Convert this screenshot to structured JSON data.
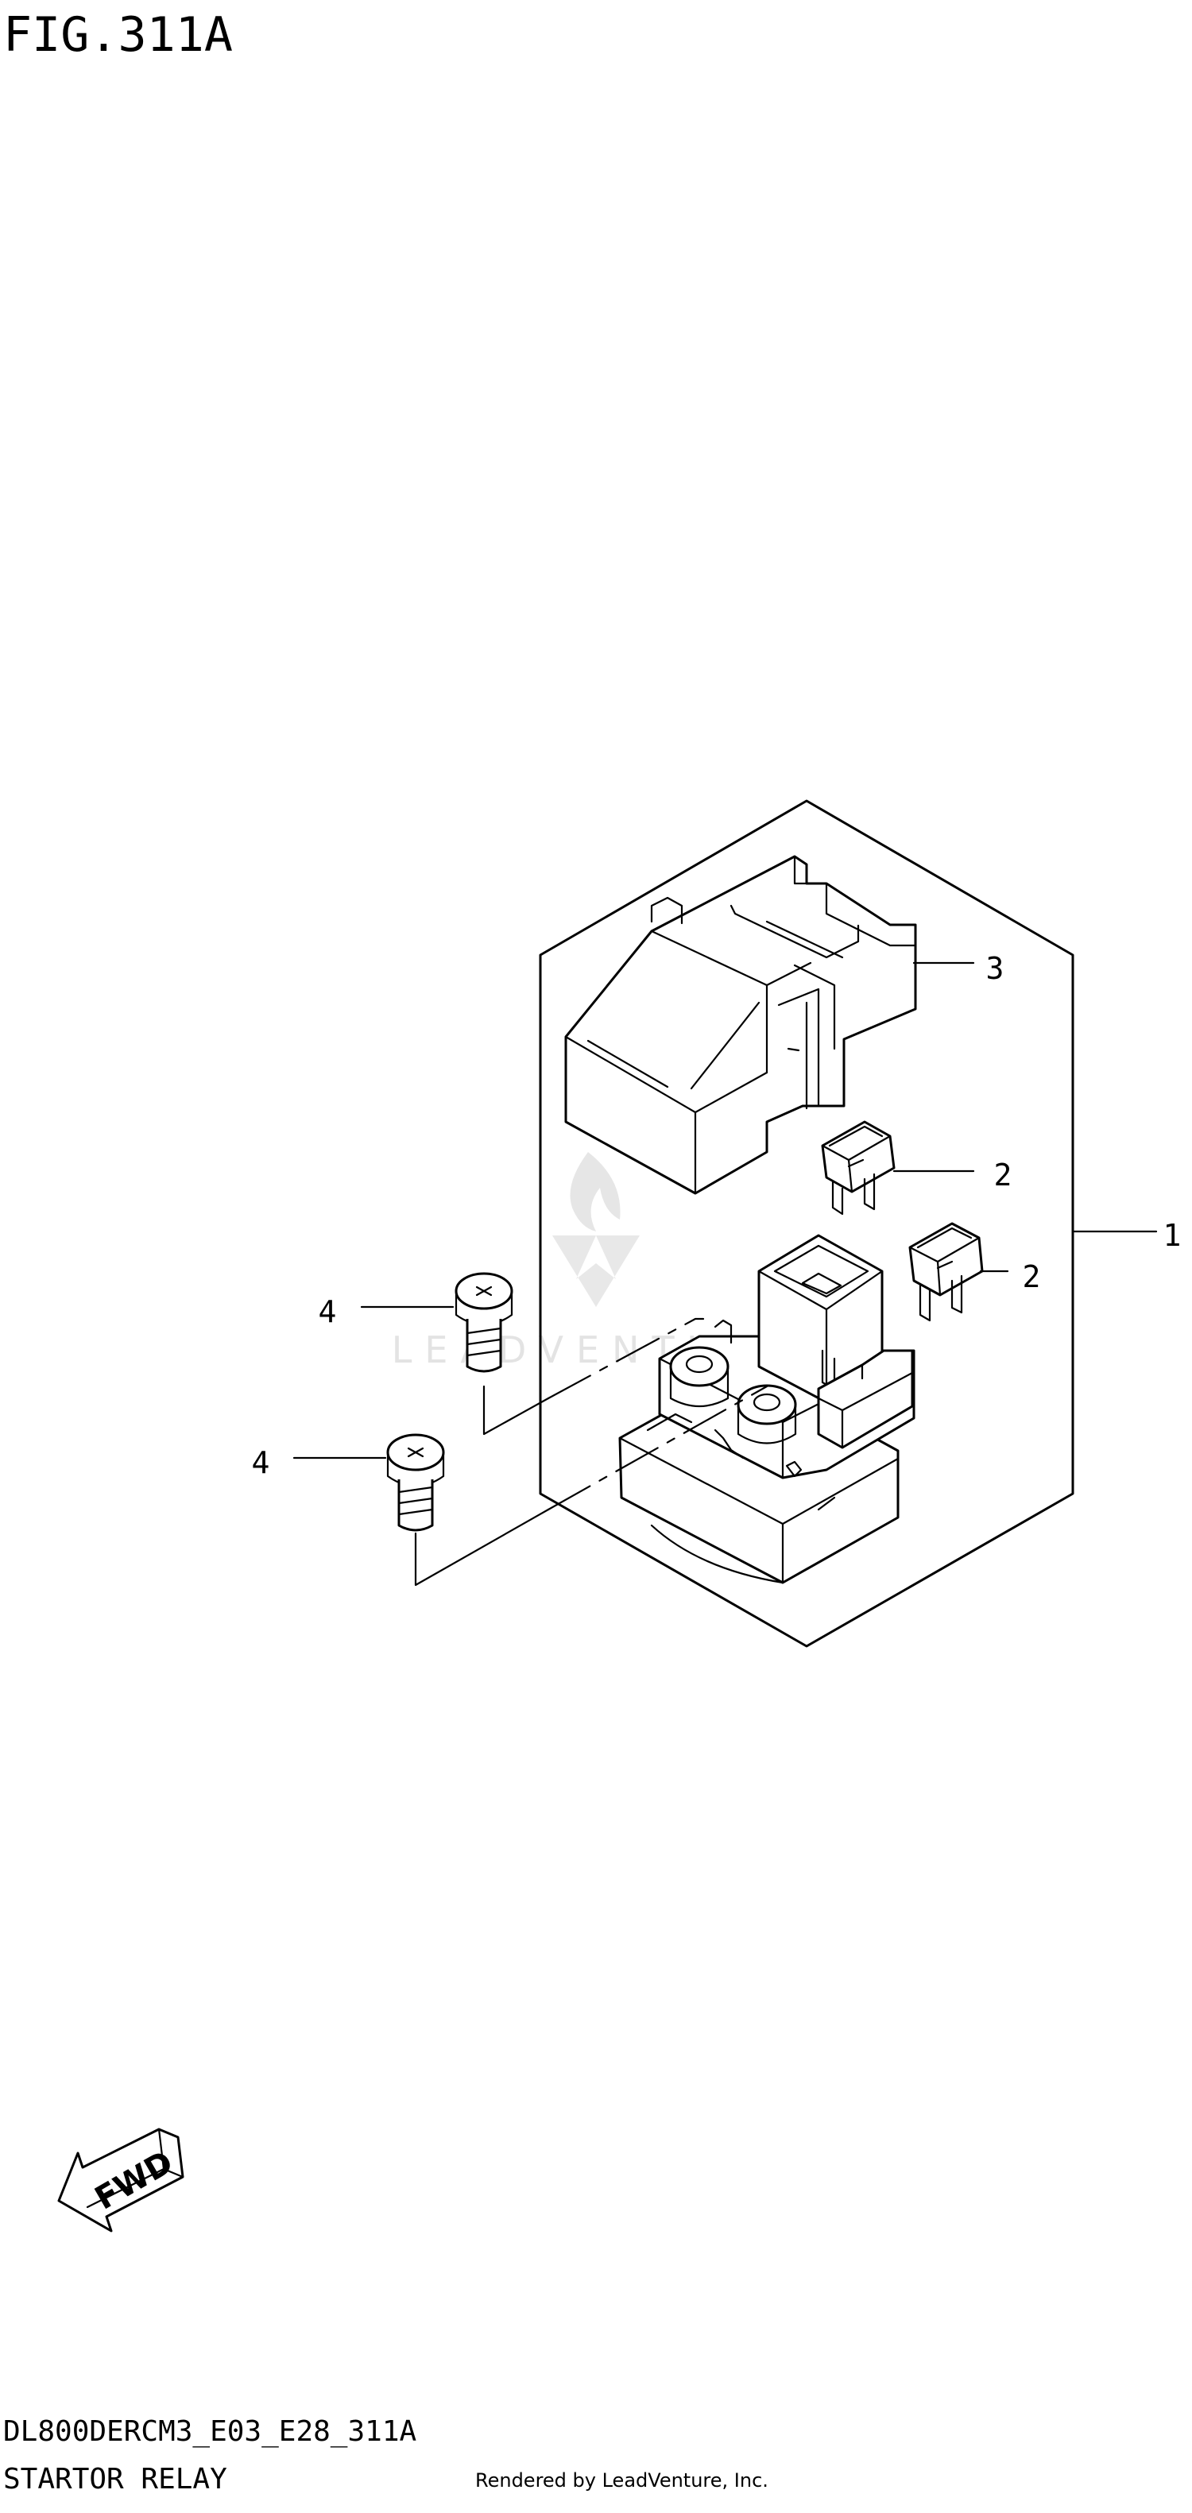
{
  "figure": {
    "title": "FIG.311A",
    "code": "DL800DERCM3_E03_E28_311A",
    "name": "STARTOR RELAY",
    "credit": "Rendered by LeadVenture, Inc.",
    "watermark": "LEADVENTURE"
  },
  "direction": {
    "label": "FWD"
  },
  "callouts": [
    {
      "ref": "1"
    },
    {
      "ref": "2"
    },
    {
      "ref": "2"
    },
    {
      "ref": "3"
    },
    {
      "ref": "4"
    },
    {
      "ref": "4"
    }
  ]
}
